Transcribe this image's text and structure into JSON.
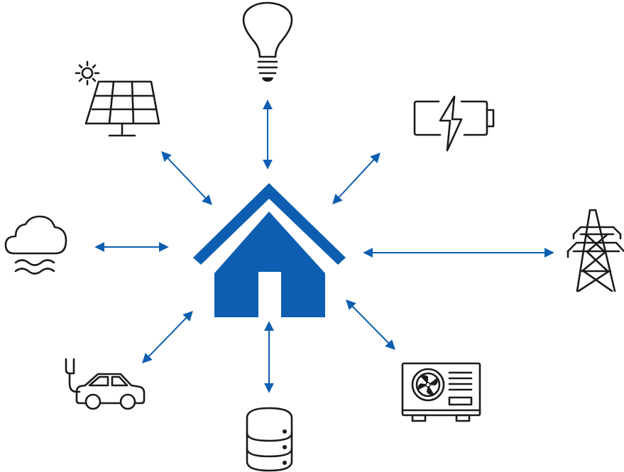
{
  "colors": {
    "house": "#0d5eb0",
    "arrow": "#0d5eb0",
    "icon_stroke": "#1a1a1a",
    "background": "#ffffff"
  },
  "hub": {
    "icon": "house-icon"
  },
  "nodes": [
    {
      "id": "light-bulb",
      "icon": "light-bulb-icon"
    },
    {
      "id": "battery",
      "icon": "battery-charging-icon"
    },
    {
      "id": "power-grid",
      "icon": "transmission-tower-icon"
    },
    {
      "id": "heat-pump",
      "icon": "heat-pump-fan-icon"
    },
    {
      "id": "storage",
      "icon": "database-icon"
    },
    {
      "id": "electric-vehicle",
      "icon": "electric-car-icon"
    },
    {
      "id": "weather",
      "icon": "cloud-fog-icon"
    },
    {
      "id": "solar-panel",
      "icon": "solar-panel-sun-icon"
    }
  ],
  "connections": [
    {
      "to": "light-bulb",
      "direction": "bidirectional"
    },
    {
      "to": "battery",
      "direction": "bidirectional"
    },
    {
      "to": "power-grid",
      "direction": "bidirectional"
    },
    {
      "to": "heat-pump",
      "direction": "bidirectional"
    },
    {
      "to": "storage",
      "direction": "bidirectional"
    },
    {
      "to": "electric-vehicle",
      "direction": "bidirectional"
    },
    {
      "to": "weather",
      "direction": "bidirectional"
    },
    {
      "to": "solar-panel",
      "direction": "bidirectional"
    }
  ]
}
